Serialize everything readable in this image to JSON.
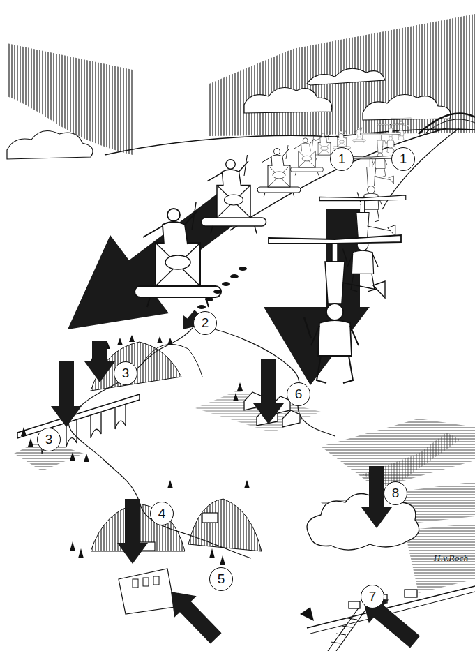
{
  "diagram": {
    "labels": [
      "1",
      "1",
      "2",
      "3",
      "6",
      "3",
      "8",
      "4",
      "5",
      "7",
      "H.v.Roch"
    ]
  }
}
